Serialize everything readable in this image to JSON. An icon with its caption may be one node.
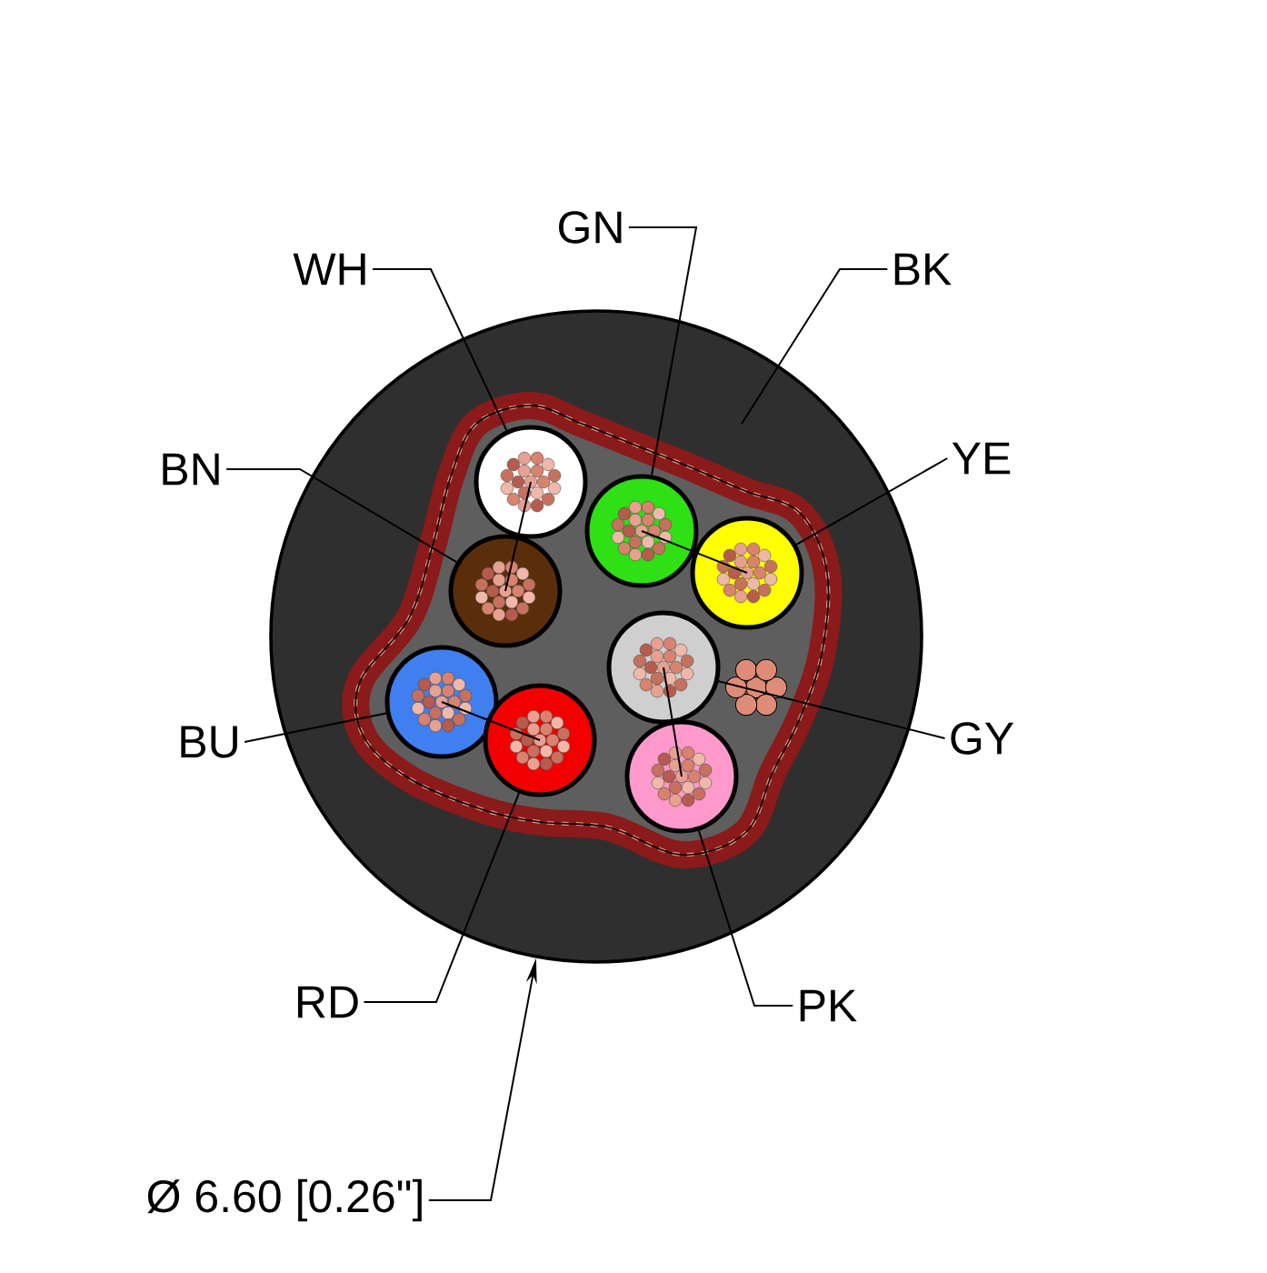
{
  "diagram": {
    "nodes": [
      {
        "text": [],
        "shape": "circle"
      },
      {
        "text": [],
        "shape": "circle",
        "in": 0
      },
      {
        "text": [],
        "shape": "circle",
        "in": 0
      },
      {
        "text": [],
        "shape": "circle",
        "in": 0
      },
      {
        "text": [],
        "shape": "circle",
        "in": 0
      },
      {
        "text": [],
        "shape": "circle",
        "in": 0
      },
      {
        "text": [],
        "shape": "circle",
        "in": 0
      },
      {
        "text": [],
        "shape": "circle",
        "in": 0
      },
      {
        "text": [],
        "shape": "circle",
        "in": 0
      },
      {
        "text": [
          "GN"
        ]
      },
      {
        "text": [
          "WH"
        ]
      },
      {
        "text": [
          "BK"
        ]
      },
      {
        "text": [
          "BN"
        ]
      },
      {
        "text": [
          "YE"
        ]
      },
      {
        "text": [
          "GY"
        ]
      },
      {
        "text": [
          "BU"
        ]
      },
      {
        "text": [
          "RD"
        ]
      },
      {
        "text": [
          "PK"
        ]
      },
      {
        "text": [
          "Ø 6.60 [0.26\"]"
        ]
      }
    ],
    "edges": [
      {
        "from": 9,
        "to": 5,
        "arrow": "none"
      },
      {
        "from": 10,
        "to": 3,
        "arrow": "none"
      },
      {
        "from": 11,
        "to": 0,
        "arrow": "none"
      },
      {
        "from": 12,
        "to": 2,
        "arrow": "none"
      },
      {
        "from": 13,
        "to": 8,
        "arrow": "none"
      },
      {
        "from": 14,
        "to": 6,
        "arrow": "none"
      },
      {
        "from": 15,
        "to": 1,
        "arrow": "none"
      },
      {
        "from": 16,
        "to": 4,
        "arrow": "none"
      },
      {
        "from": 17,
        "to": 7,
        "arrow": "none"
      },
      {
        "from": 18,
        "to": 0,
        "arrow": "to"
      },
      {
        "from": 3,
        "to": 2,
        "arrow": "none"
      },
      {
        "from": 5,
        "to": 8,
        "arrow": "none"
      },
      {
        "from": 1,
        "to": 4,
        "arrow": "none"
      },
      {
        "from": 6,
        "to": 7,
        "arrow": "none"
      }
    ]
  }
}
